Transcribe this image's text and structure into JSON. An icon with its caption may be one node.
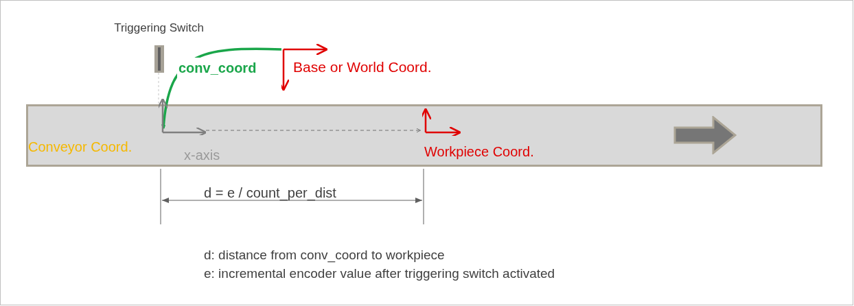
{
  "diagram": {
    "nodes": [
      {
        "text": [],
        "shape": "bar"
      },
      {
        "text": [
          "Triggering Switch"
        ]
      },
      {
        "text": [
          "Base or World Coord."
        ]
      },
      {
        "text": [
          "Conveyor Coord."
        ],
        "in": 0
      },
      {
        "text": [
          "Workpiece Coord."
        ],
        "in": 0
      }
    ],
    "edges": [
      {
        "from": 2,
        "to": 3,
        "arrow": "to",
        "label": "conv_coord",
        "color": "#1aa64a",
        "style": "thick"
      },
      {
        "from": 3,
        "to": 4,
        "arrow": "to",
        "style": "dashed"
      },
      {
        "from": 1,
        "to": 0,
        "arrow": "none",
        "style": "dashed",
        "color": "#d0d0d0"
      }
    ],
    "labels": [
      "x-axis",
      "d = e / count_per_dist",
      "d: distance from conv_coord to workpiece",
      "e: incremental encoder value after triggering switch activated"
    ]
  }
}
